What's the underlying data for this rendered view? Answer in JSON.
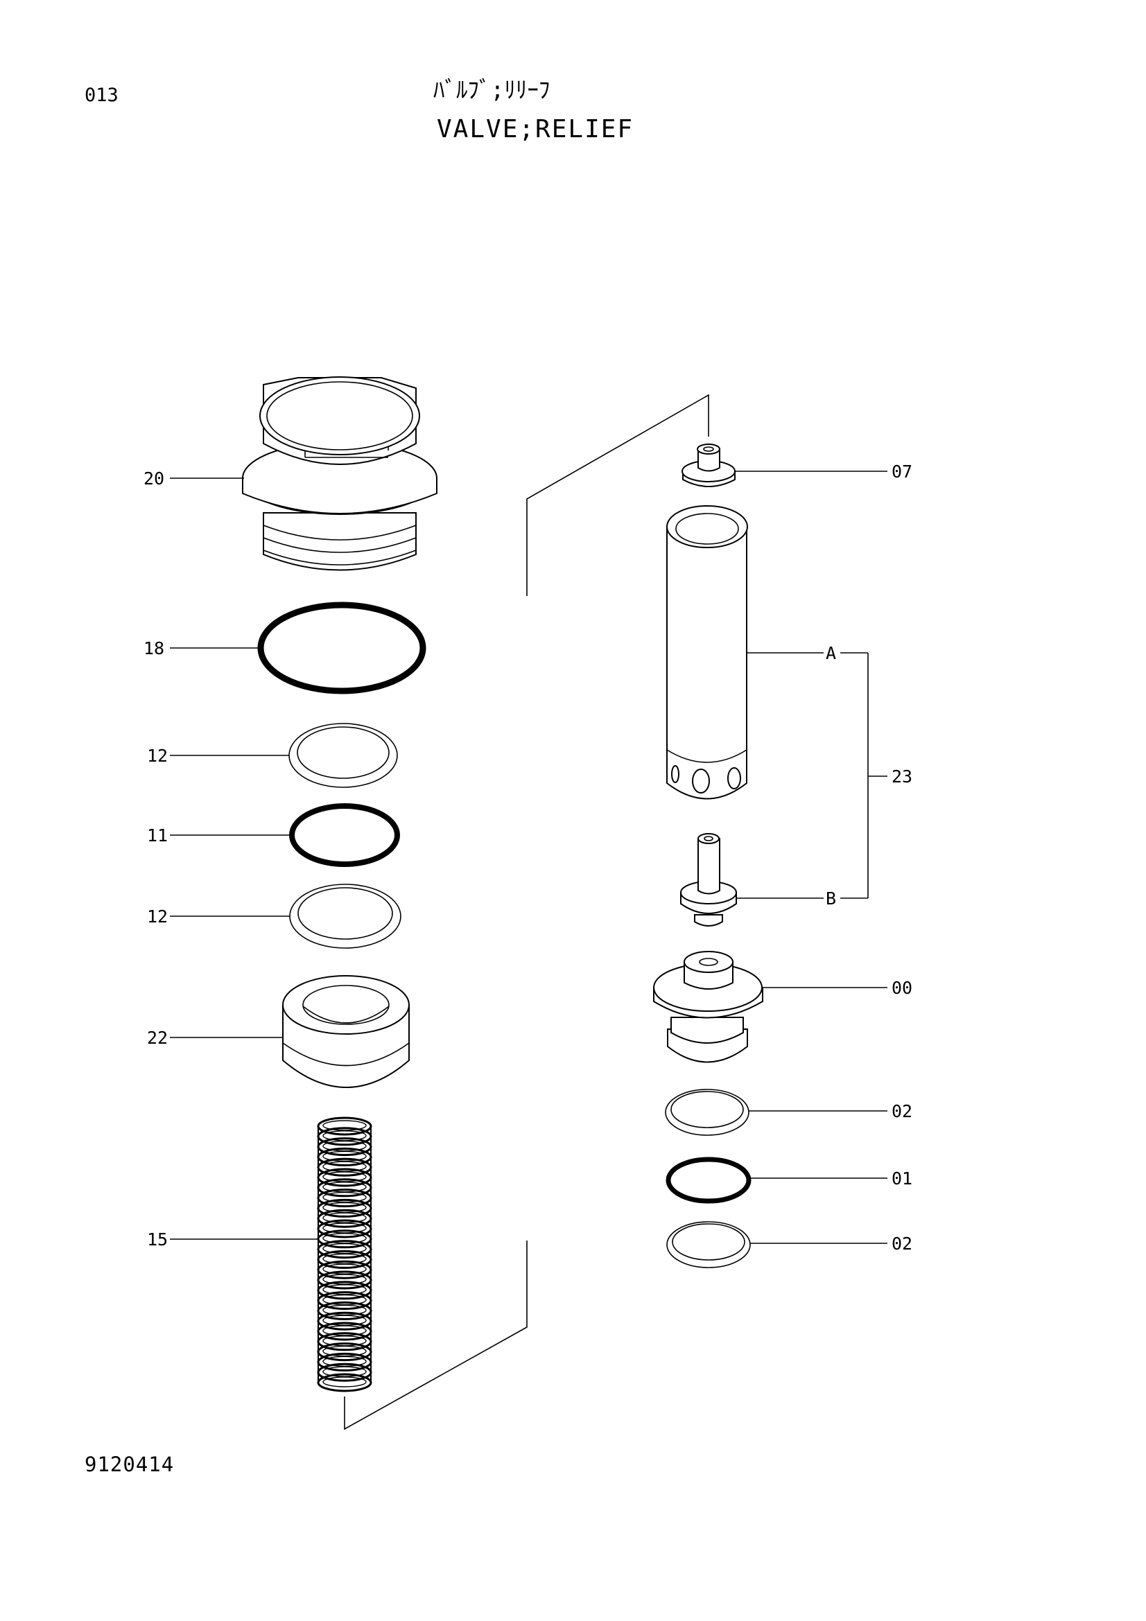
{
  "header": {
    "page_number": "013",
    "title_jp": "ﾊﾞﾙﾌﾞ;ﾘﾘｰﾌ",
    "title_en": "VALVE;RELIEF"
  },
  "footer": {
    "drawing_id": "9120414"
  },
  "callouts": {
    "c20": "20",
    "c18": "18",
    "c12a": "12",
    "c11": "11",
    "c12b": "12",
    "c22": "22",
    "c15": "15",
    "c07": "07",
    "cA": "A",
    "c23": "23",
    "cB": "B",
    "c00": "00",
    "c02a": "02",
    "c01": "01",
    "c02b": "02"
  }
}
